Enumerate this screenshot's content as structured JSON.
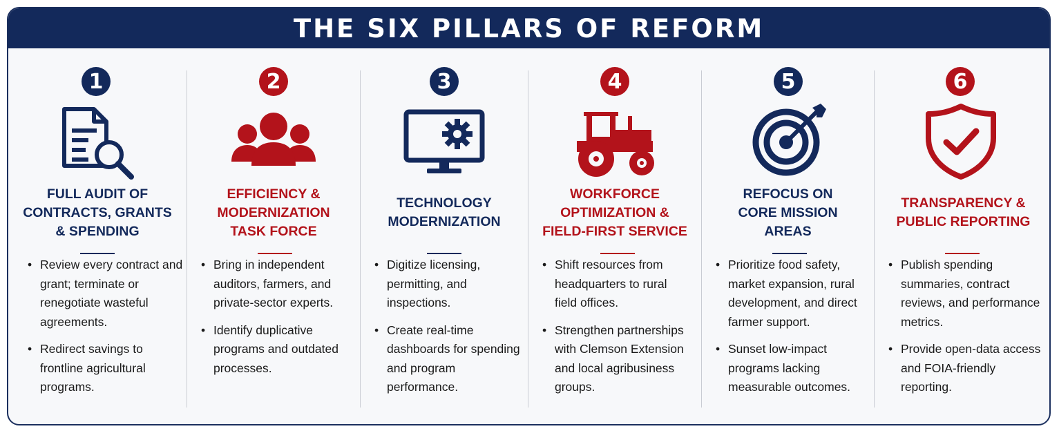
{
  "header": {
    "title": "THE SIX PILLARS OF REFORM"
  },
  "colors": {
    "navy": "#13295b",
    "red": "#b3131b",
    "divider": "#c9ccd3"
  },
  "pillars": [
    {
      "number": "1",
      "color": "navy",
      "icon": "document-magnifier-icon",
      "title": "FULL AUDIT OF\nCONTRACTS, GRANTS\n& SPENDING",
      "bullets": [
        "Review every contract and\ngrant; terminate or\nrenegotiate wasteful\nagreements.",
        "Redirect savings to\nfrontline agricultural\nprograms."
      ]
    },
    {
      "number": "2",
      "color": "red",
      "icon": "people-group-icon",
      "title": "EFFICIENCY &\nMODERNIZATION\nTASK FORCE",
      "bullets": [
        "Bring in independent\nauditors, farmers, and\nprivate-sector experts.",
        "Identify duplicative\nprograms and outdated\nprocesses."
      ]
    },
    {
      "number": "3",
      "color": "navy",
      "icon": "monitor-gear-icon",
      "title": "TECHNOLOGY\nMODERNIZATION",
      "bullets": [
        "Digitize licensing,\npermitting, and\ninspections.",
        "Create real-time\ndashboards for spending\nand program\nperformance."
      ]
    },
    {
      "number": "4",
      "color": "red",
      "icon": "tractor-icon",
      "title": "WORKFORCE\nOPTIMIZATION &\nFIELD-FIRST SERVICE",
      "bullets": [
        "Shift resources from\nheadquarters to rural\nfield offices.",
        "Strengthen partnerships\nwith Clemson Extension\nand local agribusiness\ngroups."
      ]
    },
    {
      "number": "5",
      "color": "navy",
      "icon": "target-arrow-icon",
      "title": "REFOCUS ON\nCORE MISSION\nAREAS",
      "bullets": [
        "Prioritize food safety,\nmarket expansion, rural\ndevelopment, and direct\nfarmer support.",
        "Sunset low-impact\nprograms lacking\nmeasurable outcomes."
      ]
    },
    {
      "number": "6",
      "color": "red",
      "icon": "shield-check-icon",
      "title": "TRANSPARENCY &\nPUBLIC REPORTING",
      "bullets": [
        "Publish spending\nsummaries, contract\nreviews, and performance\nmetrics.",
        "Provide open-data access\nand FOIA-friendly\nreporting."
      ]
    }
  ]
}
